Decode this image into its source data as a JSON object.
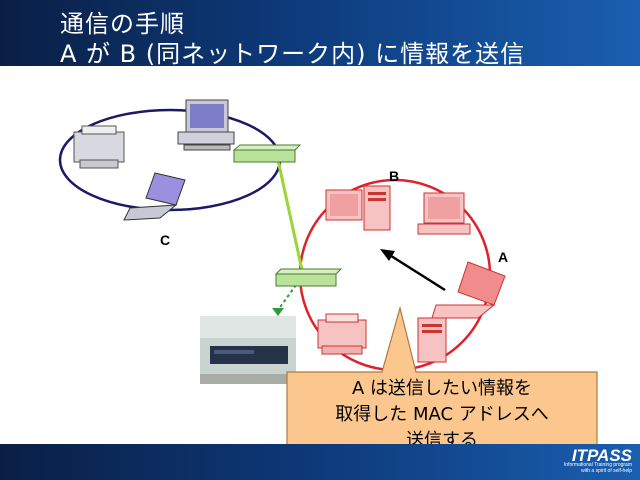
{
  "slide": {
    "title_line1": "通信の手順",
    "title_line2": "A が B (同ネットワーク内) に情報を送信"
  },
  "diagram": {
    "nodes": {
      "a": "A",
      "b": "B",
      "c": "C"
    },
    "callout_lines": [
      "A は送信したい情報を",
      "取得した MAC アドレスへ",
      "送信する"
    ]
  },
  "branding": {
    "logo": "ITPASS",
    "tagline_line1": "Informational Training program",
    "tagline_line2": "with a spirit of self-help"
  },
  "colors": {
    "red_network": "#e0202a",
    "gray_network": "#1a1a6a",
    "switch_green": "#b9e29a",
    "link_green": "#9ad63a",
    "callout_fill": "#fbc78f",
    "header_blue": "#0d3a7a"
  }
}
